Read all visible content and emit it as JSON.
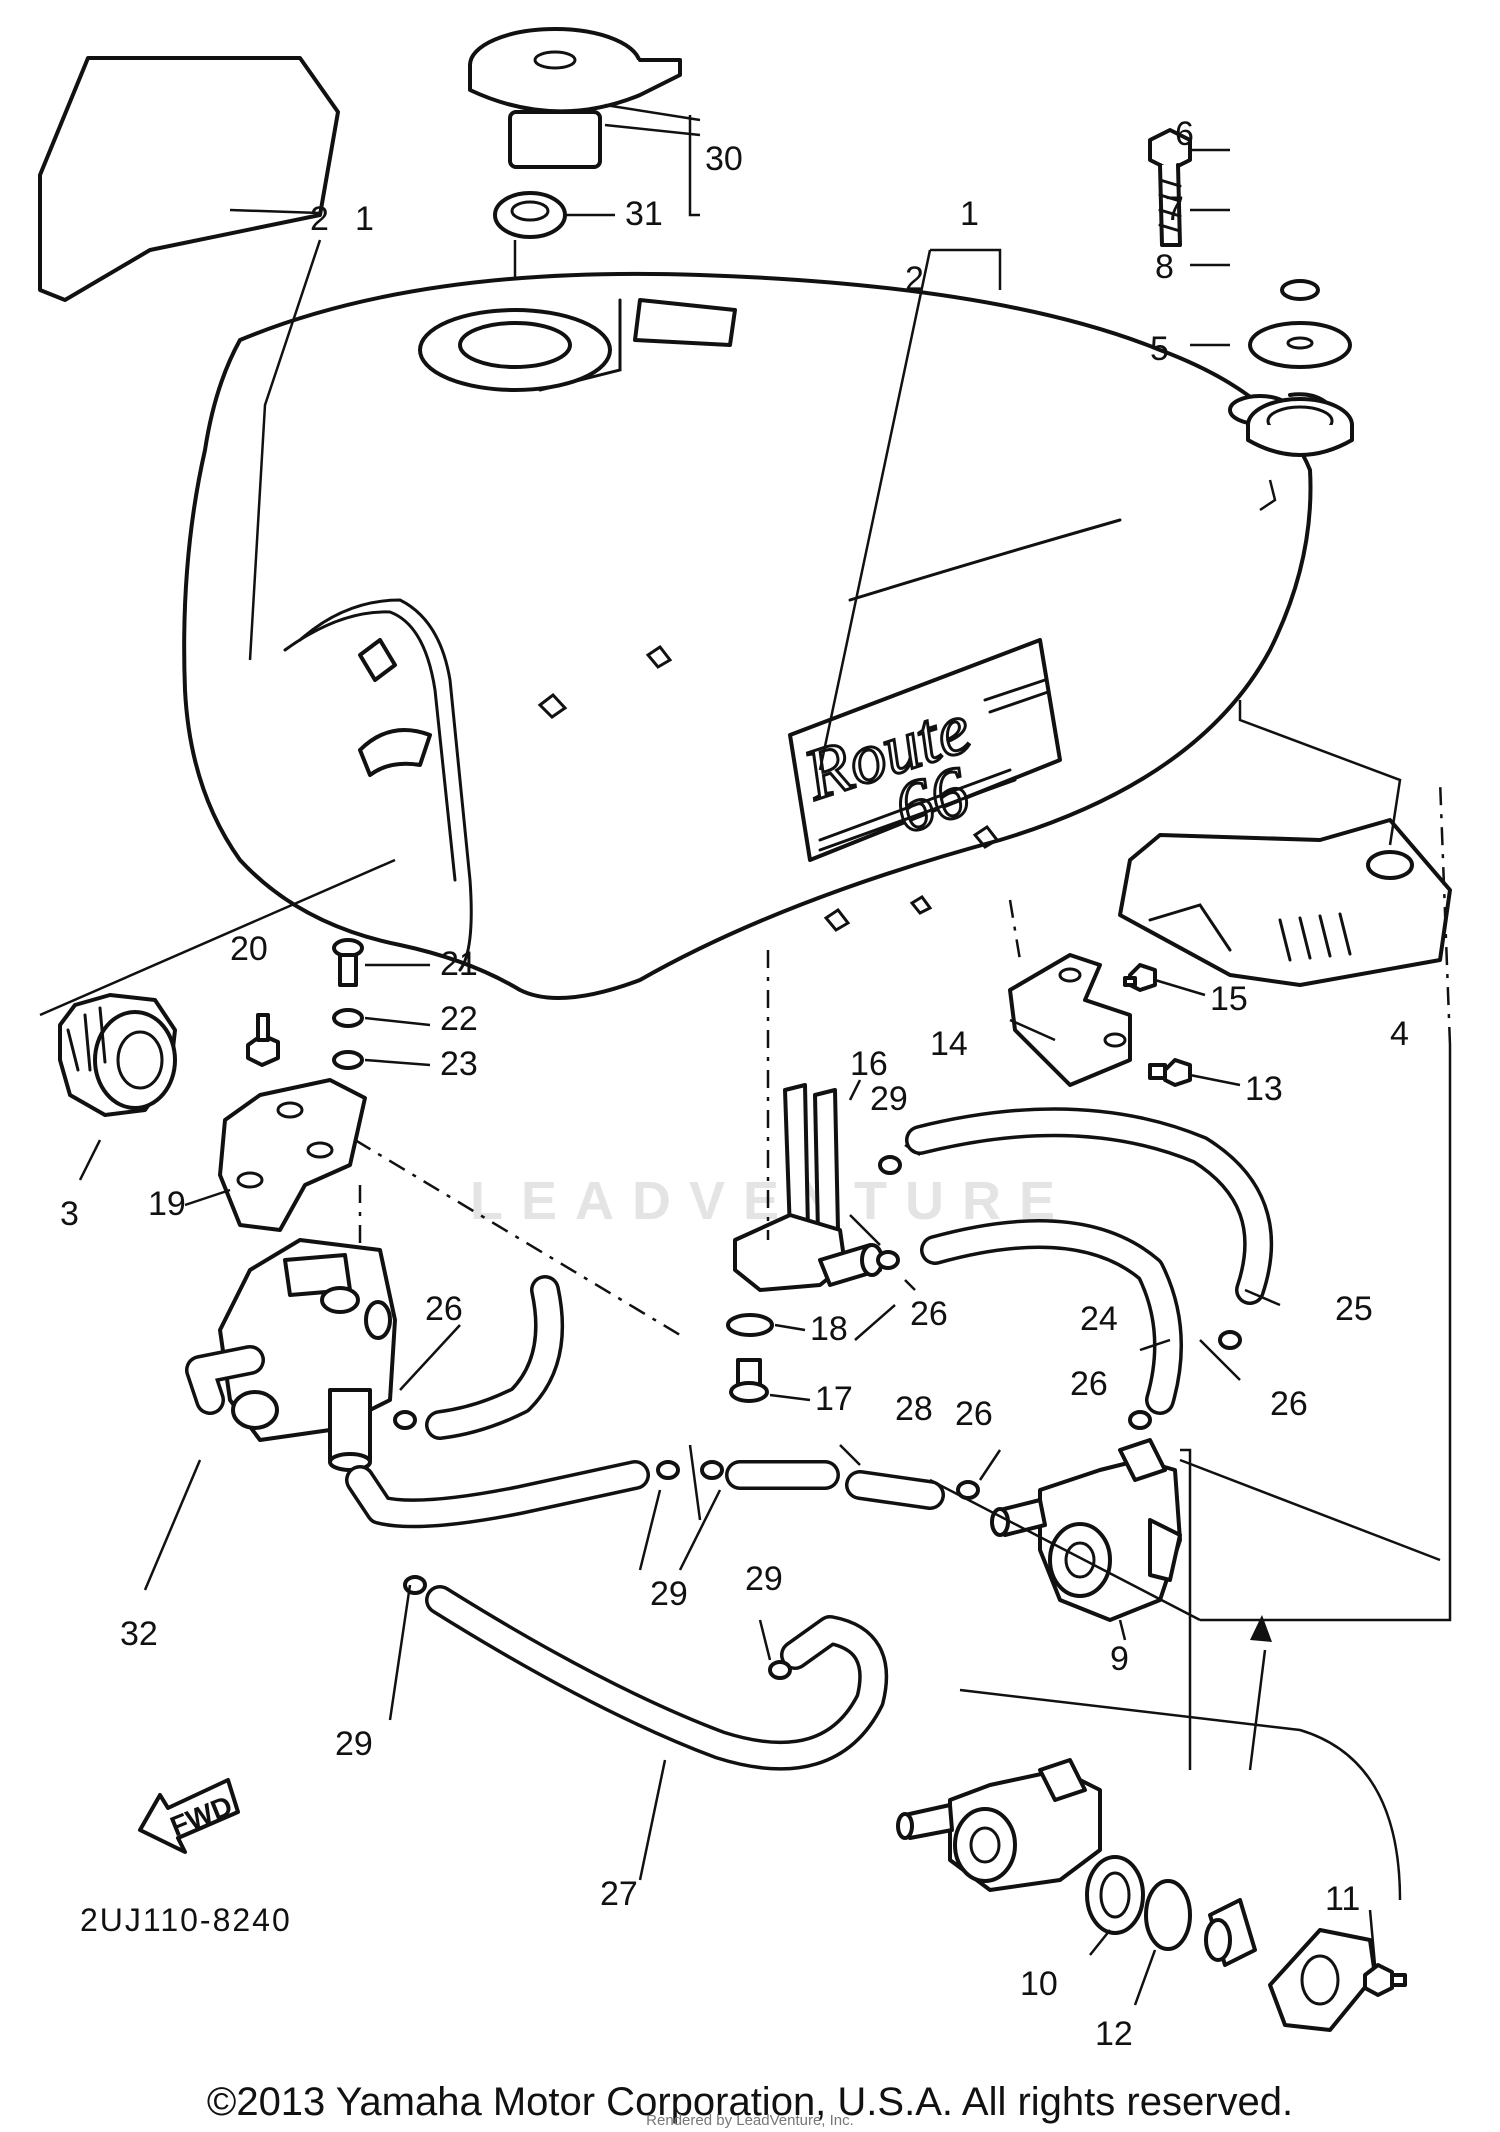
{
  "diagram": {
    "part_code": "2UJ110-8240",
    "copyright": "©2013 Yamaha Motor Corporation, U.S.A. All rights reserved.",
    "renderer_note": "Rendered by LeadVenture, Inc.",
    "watermark": "LEADVENTURE",
    "emblem": {
      "line1": "Route",
      "line2": "66"
    },
    "fwd_label": "FWD",
    "callouts": [
      {
        "id": "c1a",
        "text": "1"
      },
      {
        "id": "c2a",
        "text": "2"
      },
      {
        "id": "c1b",
        "text": "1"
      },
      {
        "id": "c2b",
        "text": "2"
      },
      {
        "id": "c3",
        "text": "3"
      },
      {
        "id": "c4",
        "text": "4"
      },
      {
        "id": "c5",
        "text": "5"
      },
      {
        "id": "c6",
        "text": "6"
      },
      {
        "id": "c7",
        "text": "7"
      },
      {
        "id": "c8",
        "text": "8"
      },
      {
        "id": "c9",
        "text": "9"
      },
      {
        "id": "c10",
        "text": "10"
      },
      {
        "id": "c11",
        "text": "11"
      },
      {
        "id": "c12",
        "text": "12"
      },
      {
        "id": "c13",
        "text": "13"
      },
      {
        "id": "c14",
        "text": "14"
      },
      {
        "id": "c15",
        "text": "15"
      },
      {
        "id": "c16",
        "text": "16"
      },
      {
        "id": "c17",
        "text": "17"
      },
      {
        "id": "c18",
        "text": "18"
      },
      {
        "id": "c19",
        "text": "19"
      },
      {
        "id": "c20",
        "text": "20"
      },
      {
        "id": "c21",
        "text": "21"
      },
      {
        "id": "c22",
        "text": "22"
      },
      {
        "id": "c23",
        "text": "23"
      },
      {
        "id": "c24",
        "text": "24"
      },
      {
        "id": "c25",
        "text": "25"
      },
      {
        "id": "c26a",
        "text": "26"
      },
      {
        "id": "c26b",
        "text": "26"
      },
      {
        "id": "c26c",
        "text": "26"
      },
      {
        "id": "c26d",
        "text": "26"
      },
      {
        "id": "c26e",
        "text": "26"
      },
      {
        "id": "c27",
        "text": "27"
      },
      {
        "id": "c28",
        "text": "28"
      },
      {
        "id": "c29a",
        "text": "29"
      },
      {
        "id": "c29b",
        "text": "29"
      },
      {
        "id": "c29c",
        "text": "29"
      },
      {
        "id": "c29d",
        "text": "29"
      },
      {
        "id": "c30",
        "text": "30"
      },
      {
        "id": "c31",
        "text": "31"
      },
      {
        "id": "c32",
        "text": "32"
      }
    ]
  }
}
